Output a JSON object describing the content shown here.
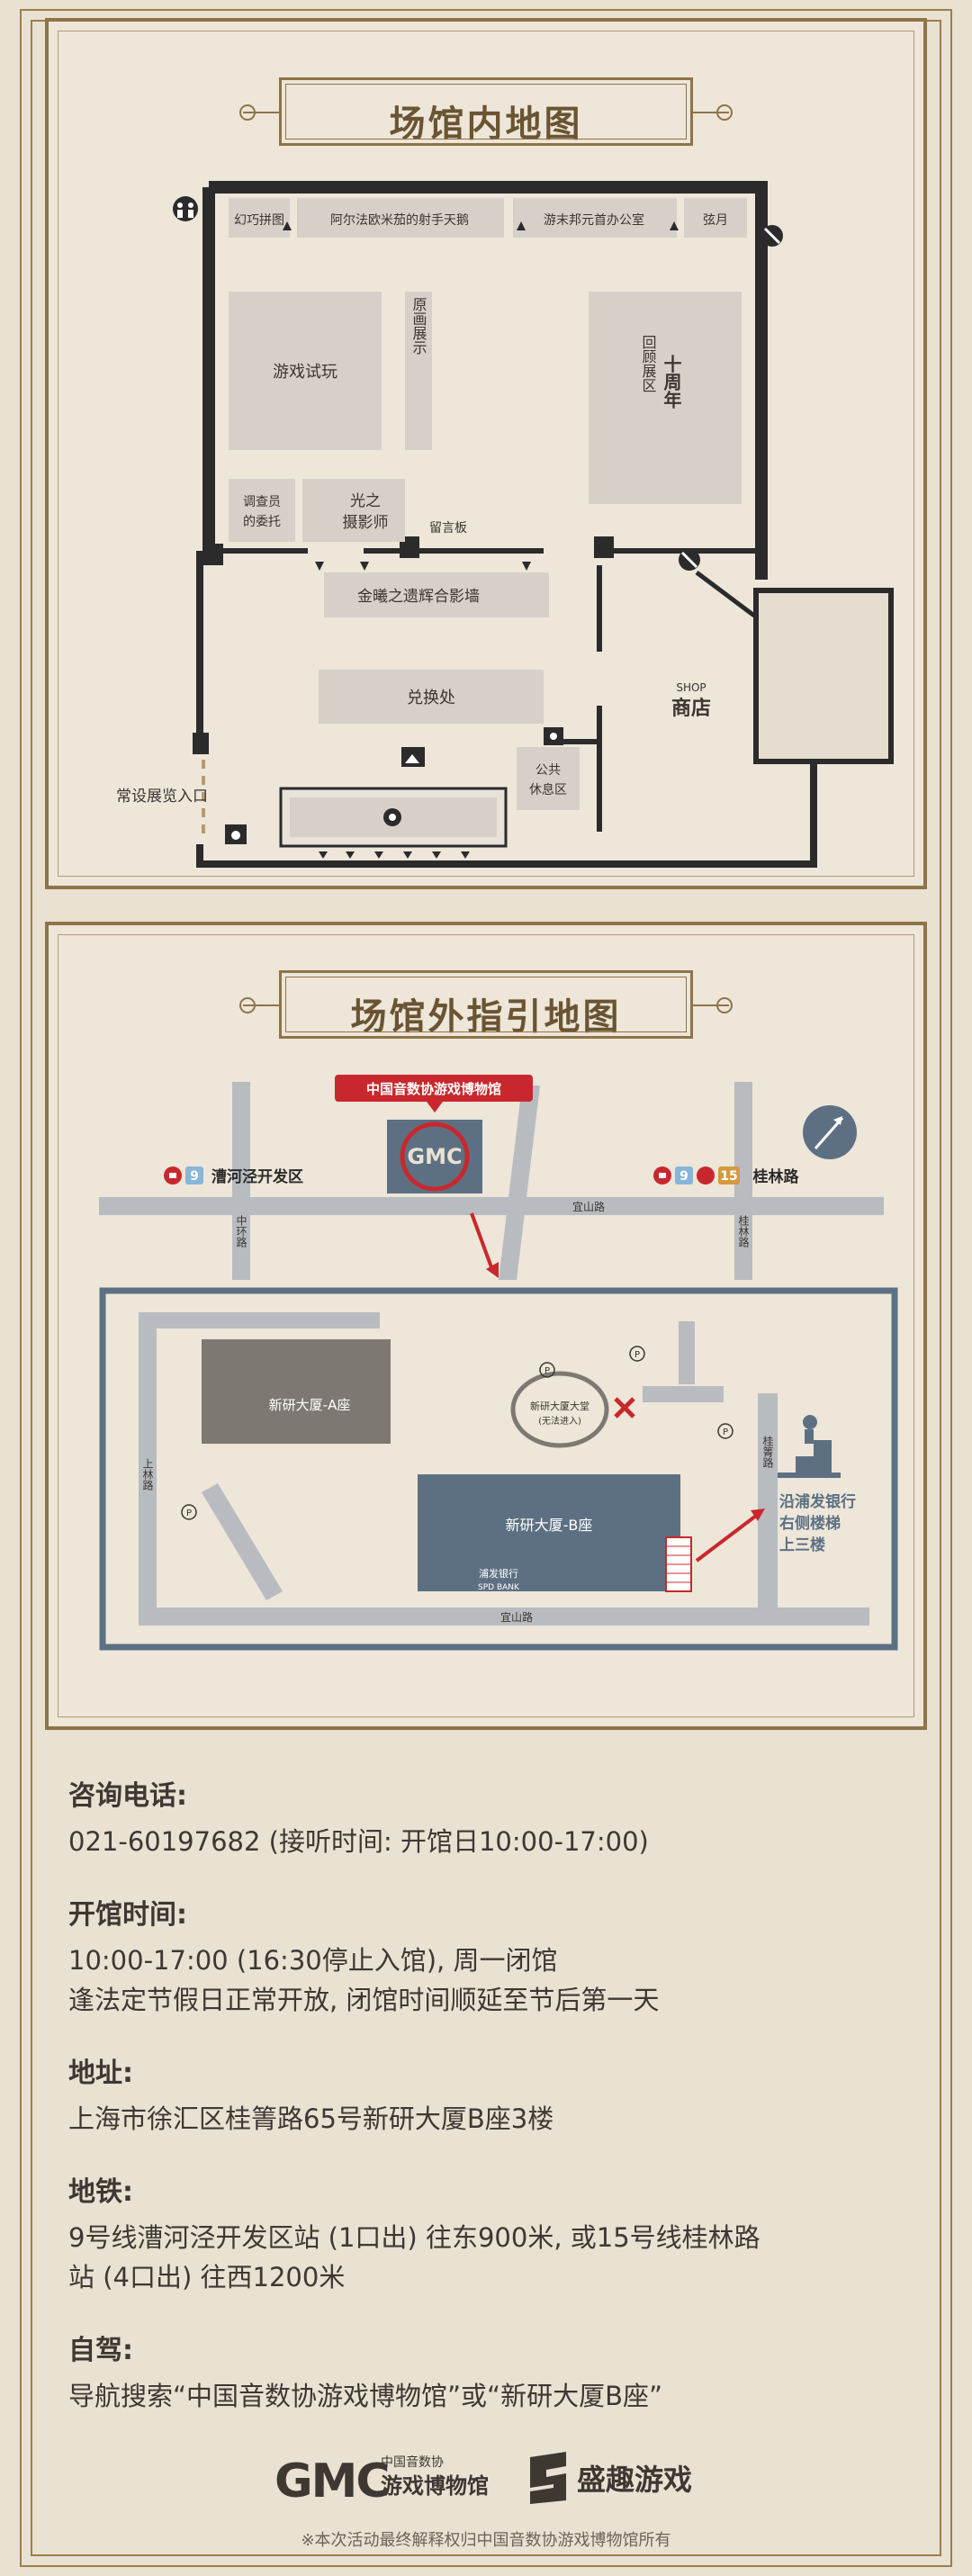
{
  "section1": {
    "title": "场馆内地图",
    "labels": {
      "huanqiao": "幻巧拼图",
      "aerfa": "阿尔法欧米茄的射手天鹅",
      "youmo": "游末邦元首办公室",
      "xianyue": "弦月",
      "trial": "游戏试玩",
      "yuanhua": "原画展示",
      "guzhan": "回顾展区",
      "shizhou": "十周年",
      "diaochayuan_1": "调查员",
      "diaochayuan_2": "的委托",
      "guangzhi_1": "光之",
      "guangzhi_2": "摄影师",
      "liuyan": "留言板",
      "jinxi": "金曦之遗辉合影墙",
      "duihuan": "兑换处",
      "shop_en": "SHOP",
      "shop_cn": "商店",
      "gonggong_1": "公共",
      "gonggong_2": "休息区",
      "entrance": "常设展览入口"
    }
  },
  "section2": {
    "title": "场馆外指引地图",
    "labels": {
      "museum": "中国音数协游戏博物馆",
      "gmc": "GMC",
      "caohejing": "漕河泾开发区",
      "guilin": "桂林路",
      "line9": "9",
      "line15": "15",
      "zhonghuan": "中环路",
      "guilin_road": "桂林路",
      "yishan_top": "宜山路",
      "yishan_bottom": "宜山路",
      "shanglin": "上林路",
      "guijing": "桂箐路",
      "xinyanA": "新研大厦-A座",
      "xinyanB": "新研大厦-B座",
      "lobby_1": "新研大厦大堂",
      "lobby_2": "(无法进入)",
      "spdb_cn": "浦发银行",
      "spdb_en": "SPD BANK",
      "guide_1": "沿浦发银行",
      "guide_2": "右侧楼梯",
      "guide_3": "上三楼",
      "parking": "P"
    }
  },
  "info": {
    "phone_label": "咨询电话:",
    "phone_value": "021-60197682 (接听时间: 开馆日10:00-17:00)",
    "hours_label": "开馆时间:",
    "hours_line1": "10:00-17:00 (16:30停止入馆), 周一闭馆",
    "hours_line2": "逢法定节假日正常开放, 闭馆时间顺延至节后第一天",
    "address_label": "地址:",
    "address_value": "上海市徐汇区桂箐路65号新研大厦B座3楼",
    "metro_label": "地铁:",
    "metro_line1": "9号线漕河泾开发区站 (1口出) 往东900米, 或15号线桂林路",
    "metro_line2": "站 (4口出) 往西1200米",
    "drive_label": "自驾:",
    "drive_value": "导航搜索“中国音数协游戏博物馆”或“新研大厦B座”"
  },
  "footer": {
    "logo1_main": "GMC",
    "logo1_small": "中国音数协",
    "logo1_sub": "游戏博物馆",
    "logo2_text": "盛趣游戏",
    "copyright": "※本次活动最终解释权归中国音数协游戏博物馆所有"
  },
  "colors": {
    "gold": "#8f7448",
    "paper": "#ede6d9",
    "room_gray": "#d6d0c8",
    "slate": "#5d7083",
    "road": "#b8bcc0",
    "red": "#c8282d",
    "dark": "#2b2b2b"
  }
}
